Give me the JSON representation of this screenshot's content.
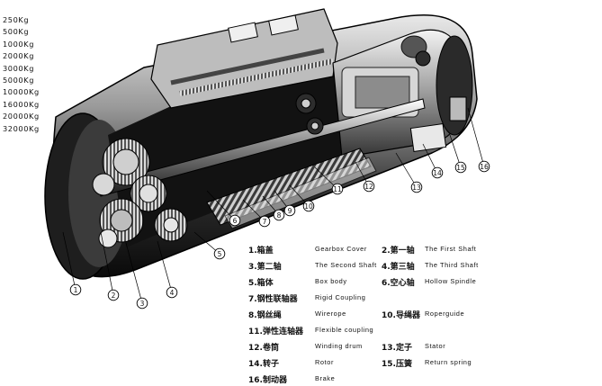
{
  "capacities": [
    "250Kg",
    "500Kg",
    "1000Kg",
    "2000Kg",
    "3000Kg",
    "5000Kg",
    "10000Kg",
    "16000Kg",
    "20000Kg",
    "32000Kg"
  ],
  "callouts": [
    "1",
    "2",
    "3",
    "4",
    "5",
    "6",
    "7",
    "8",
    "9",
    "10",
    "11",
    "12",
    "13",
    "14",
    "15",
    "16"
  ],
  "parts": [
    {
      "cn": "1.箱盖",
      "en": "Gearbox Cover"
    },
    {
      "cn": "2.第一轴",
      "en": "The First Shaft"
    },
    {
      "cn": "3.第二轴",
      "en": "The Second Shaft"
    },
    {
      "cn": "4.第三轴",
      "en": "The Third Shaft"
    },
    {
      "cn": "5.箱体",
      "en": "Box body"
    },
    {
      "cn": "6.空心轴",
      "en": "Hollow Spindle"
    },
    {
      "cn": "7.钢性联轴器",
      "en": "Rigid Coupling"
    },
    {
      "cn": "8.钢丝绳",
      "en": "Wirerope"
    },
    {
      "cn": "10.导绳器",
      "en": "Roperguide"
    },
    {
      "cn": "11.弹性连轴器",
      "en": "Flexible coupling"
    },
    {
      "cn": "12.卷筒",
      "en": "Winding drum"
    },
    {
      "cn": "13.定子",
      "en": "Stator"
    },
    {
      "cn": "14.转子",
      "en": "Rotor"
    },
    {
      "cn": "15.压簧",
      "en": "Return spring"
    },
    {
      "cn": "16.制动器",
      "en": "Brake"
    }
  ]
}
